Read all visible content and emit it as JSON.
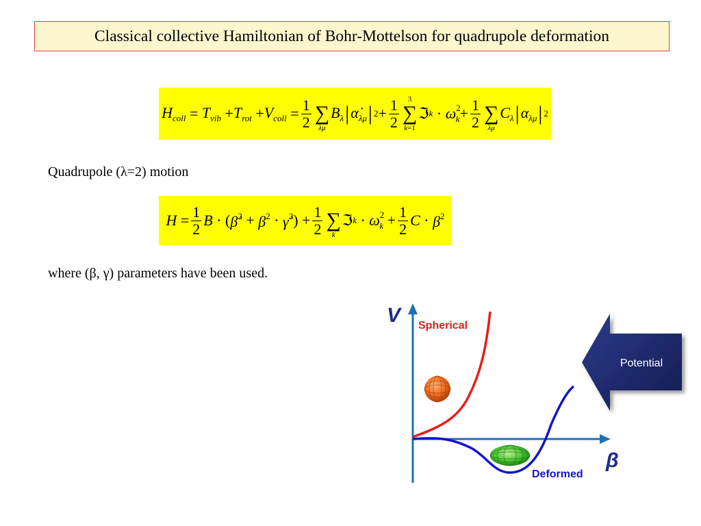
{
  "title": "Classical collective Hamiltonian of Bohr-Mottelson for quadrupole deformation",
  "quadrupole_text": "Quadrupole (λ=2) motion",
  "where_text": "where (β, γ) parameters have been used.",
  "plot": {
    "y_label": "V",
    "x_label": "β",
    "spherical_label": "Spherical",
    "deformed_label": "Deformed",
    "arrow_label": "Potential"
  },
  "colors": {
    "title_border": "#e0413a",
    "title_bg": "#fdf6cf",
    "equation_bg": "#ffff00",
    "axis": "#1f6fb5",
    "spherical_curve": "#e81c1c",
    "deformed_curve": "#1414c8",
    "arrow_fill": "#1f2a6b"
  }
}
